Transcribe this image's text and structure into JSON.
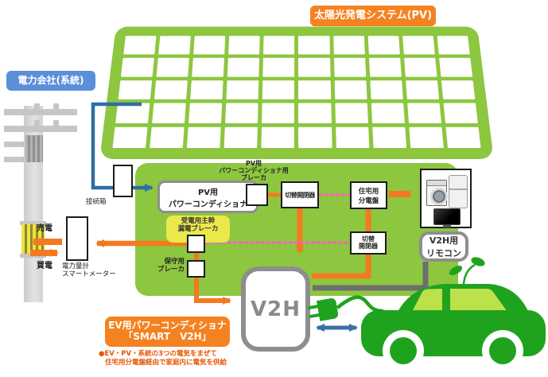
{
  "labels": {
    "pv_system": "太陽光発電システム(PV)",
    "power_company": "電力会社(系統)",
    "connection_box": "接続箱",
    "sell_power": "売電",
    "buy_power": "買電",
    "meter": [
      "電力量計",
      "スマートメーター"
    ],
    "pv_conditioner": [
      "PV用",
      "パワーコンディショナ"
    ],
    "pv_conditioner_breaker": [
      "PV用",
      "パワーコンディショナ用",
      "ブレーカ"
    ],
    "transfer_switch_1": "切替開閉器",
    "home_distribution_board": [
      "住宅用",
      "分電盤"
    ],
    "main_leakage_breaker": [
      "受電用主幹",
      "漏電ブレーカ"
    ],
    "maintenance_breaker": [
      "保守用",
      "ブレーカ"
    ],
    "transfer_switch_2": [
      "切替",
      "開閉器"
    ],
    "v2h_unit": "V2H",
    "v2h_remote": [
      "V2H用",
      "リモコン"
    ],
    "ev_conditioner": [
      "EV用パワーコンディショナ",
      "「SMART　V2H」"
    ],
    "footnote": [
      "●EV・PV・系統の3つの電気をまぜて",
      "住宅用分電盤経由で家庭内に電気を供給"
    ]
  },
  "colors": {
    "panel_green": "#8DC63F",
    "car_green": "#1FA31F",
    "window_green": "#BCE14B",
    "label_orange": "#F58220",
    "line_orange": "#F4791F",
    "label_blue": "#5B8FD9",
    "line_blue": "#2E6DA4",
    "arrow_blue": "#3A6EA5",
    "label_yellow": "#EBE84E",
    "dotted_pink": "#FF5FC0",
    "cable_gray": "#6E6E6E",
    "footnote_orange": "#E85500"
  }
}
